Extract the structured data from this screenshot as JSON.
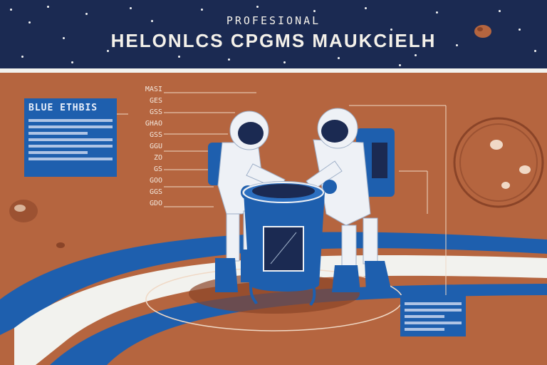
{
  "banner": {
    "eyebrow": "PROFESIONAL",
    "headline": "HELONLCS CPGMS MAUKCIELH"
  },
  "left_panel": {
    "title": "BLUE ETHBIS"
  },
  "labels": [
    "MASI",
    "GES",
    "GSS",
    "GHAO",
    "GSS",
    "GGU",
    "ZO",
    "GS",
    "GOO",
    "GGS",
    "GDO"
  ],
  "colors": {
    "banner": "#1b2a52",
    "ground": "#b5653f",
    "accent_blue": "#1e5fae",
    "suit_white": "#eef1f6"
  }
}
